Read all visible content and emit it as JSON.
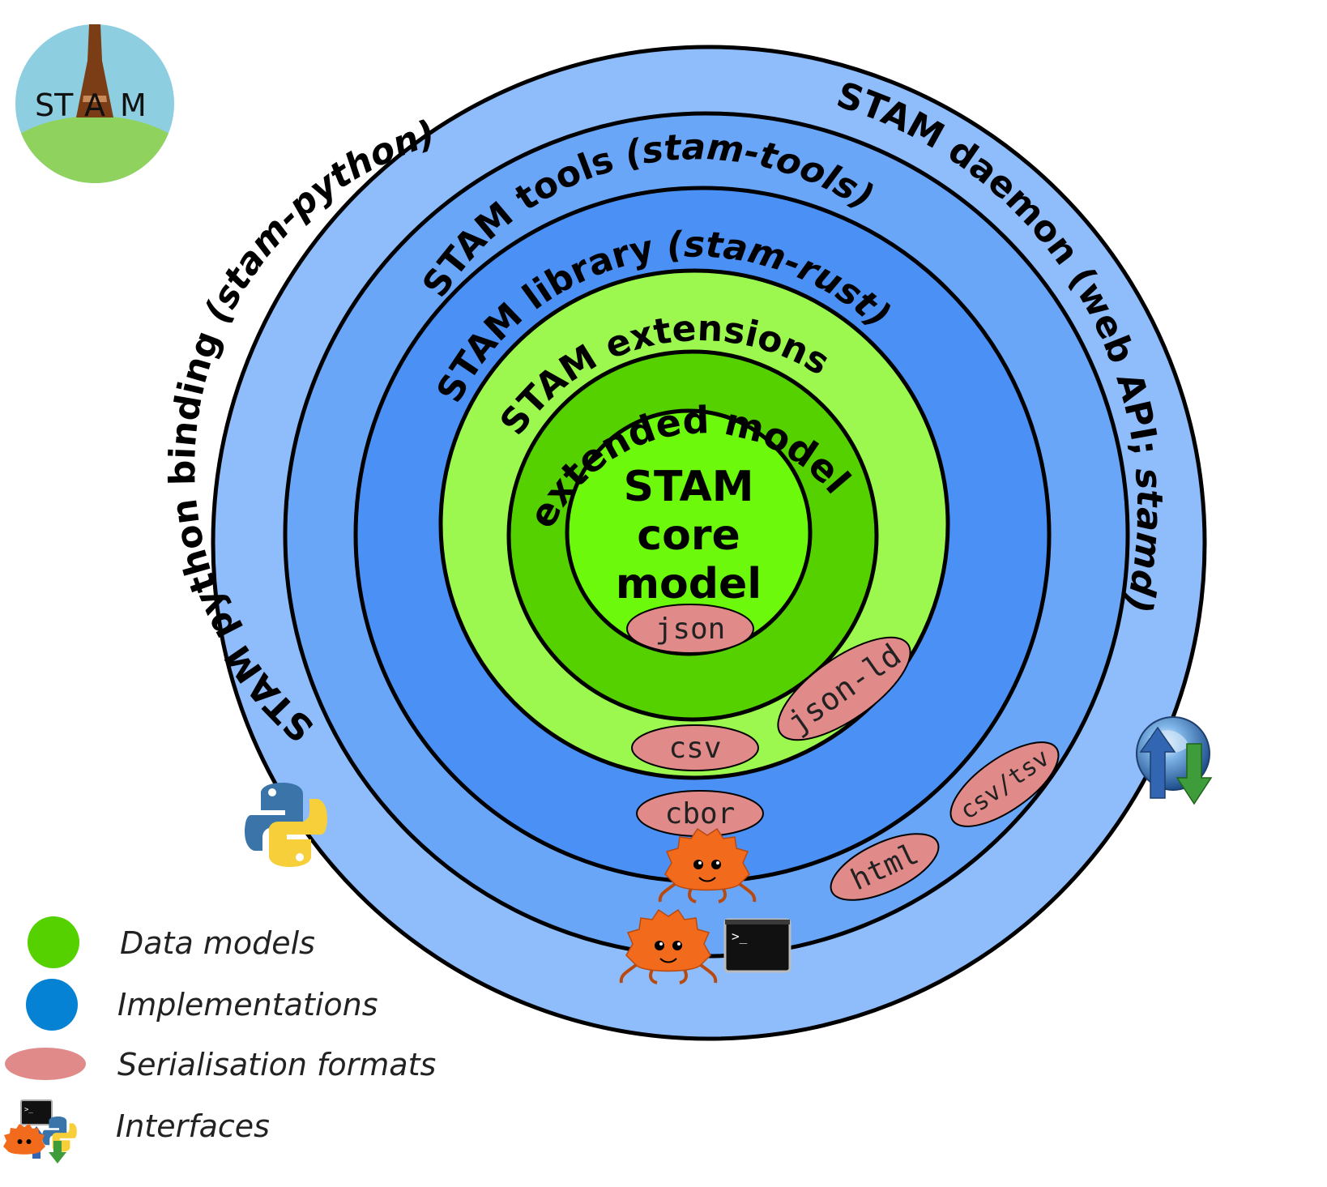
{
  "logo": {
    "text_left": "ST",
    "text_middle": "A",
    "text_right": "M"
  },
  "rings": [
    {
      "name": "STAM python binding ",
      "italic": "(stam-python)",
      "color": "#8fbcfb"
    },
    {
      "name": "STAM daemon (web API; ",
      "italic": "stamd)",
      "color": "#8fbcfb"
    },
    {
      "name": "STAM tools ",
      "italic": "(stam-tools)",
      "color": "#6aa6f8"
    },
    {
      "name": "STAM library ",
      "italic": "(stam-rust)",
      "color": "#4a90f5"
    },
    {
      "name": "STAM extensions",
      "italic": "",
      "color": "#9cf84f"
    },
    {
      "name": "extended model",
      "italic": "",
      "color": "#55d100"
    }
  ],
  "core": {
    "lines": [
      "STAM",
      "core",
      "model"
    ],
    "color": "#6cf90b"
  },
  "formats": [
    "json",
    "json-ld",
    "csv",
    "cbor",
    "csv/tsv",
    "html"
  ],
  "format_color": "#e08a8a",
  "legend": [
    {
      "label": "Data models",
      "color": "#55d100"
    },
    {
      "label": "Implementations",
      "color": "#0582d4"
    },
    {
      "label": "Serialisation formats",
      "color": "#e08a8a"
    },
    {
      "label": "Interfaces"
    }
  ],
  "icons": [
    "python-icon",
    "globe-web-icon",
    "rust-crab-icon",
    "terminal-icon"
  ]
}
